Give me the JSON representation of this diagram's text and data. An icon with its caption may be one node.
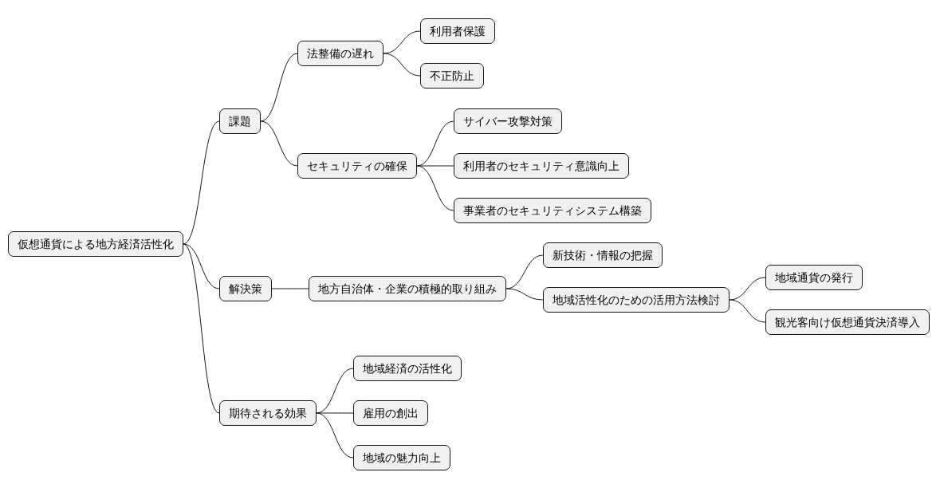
{
  "diagram": {
    "nodes": [
      {
        "text": [
          "仮想通貨による地方経済活性化"
        ]
      },
      {
        "text": [
          "課題"
        ]
      },
      {
        "text": [
          "法整備の遅れ"
        ]
      },
      {
        "text": [
          "利用者保護"
        ]
      },
      {
        "text": [
          "不正防止"
        ]
      },
      {
        "text": [
          "セキュリティの確保"
        ]
      },
      {
        "text": [
          "サイバー攻撃対策"
        ]
      },
      {
        "text": [
          "利用者のセキュリティ意識向上"
        ]
      },
      {
        "text": [
          "事業者のセキュリティシステム構築"
        ]
      },
      {
        "text": [
          "解決策"
        ]
      },
      {
        "text": [
          "地方自治体・企業の積極的取り組み"
        ]
      },
      {
        "text": [
          "新技術・情報の把握"
        ]
      },
      {
        "text": [
          "地域活性化のための活用方法検討"
        ]
      },
      {
        "text": [
          "地域通貨の発行"
        ]
      },
      {
        "text": [
          "観光客向け仮想通貨決済導入"
        ]
      },
      {
        "text": [
          "期待される効果"
        ]
      },
      {
        "text": [
          "地域経済の活性化"
        ]
      },
      {
        "text": [
          "雇用の創出"
        ]
      },
      {
        "text": [
          "地域の魅力向上"
        ]
      }
    ],
    "edges": [
      {
        "from": 0,
        "to": 1,
        "arrow": "none"
      },
      {
        "from": 1,
        "to": 2,
        "arrow": "none"
      },
      {
        "from": 2,
        "to": 3,
        "arrow": "none"
      },
      {
        "from": 2,
        "to": 4,
        "arrow": "none"
      },
      {
        "from": 1,
        "to": 5,
        "arrow": "none"
      },
      {
        "from": 5,
        "to": 6,
        "arrow": "none"
      },
      {
        "from": 5,
        "to": 7,
        "arrow": "none"
      },
      {
        "from": 5,
        "to": 8,
        "arrow": "none"
      },
      {
        "from": 0,
        "to": 9,
        "arrow": "none"
      },
      {
        "from": 9,
        "to": 10,
        "arrow": "none"
      },
      {
        "from": 10,
        "to": 11,
        "arrow": "none"
      },
      {
        "from": 10,
        "to": 12,
        "arrow": "none"
      },
      {
        "from": 12,
        "to": 13,
        "arrow": "none"
      },
      {
        "from": 12,
        "to": 14,
        "arrow": "none"
      },
      {
        "from": 0,
        "to": 15,
        "arrow": "none"
      },
      {
        "from": 15,
        "to": 16,
        "arrow": "none"
      },
      {
        "from": 15,
        "to": 17,
        "arrow": "none"
      },
      {
        "from": 15,
        "to": 18,
        "arrow": "none"
      }
    ]
  }
}
